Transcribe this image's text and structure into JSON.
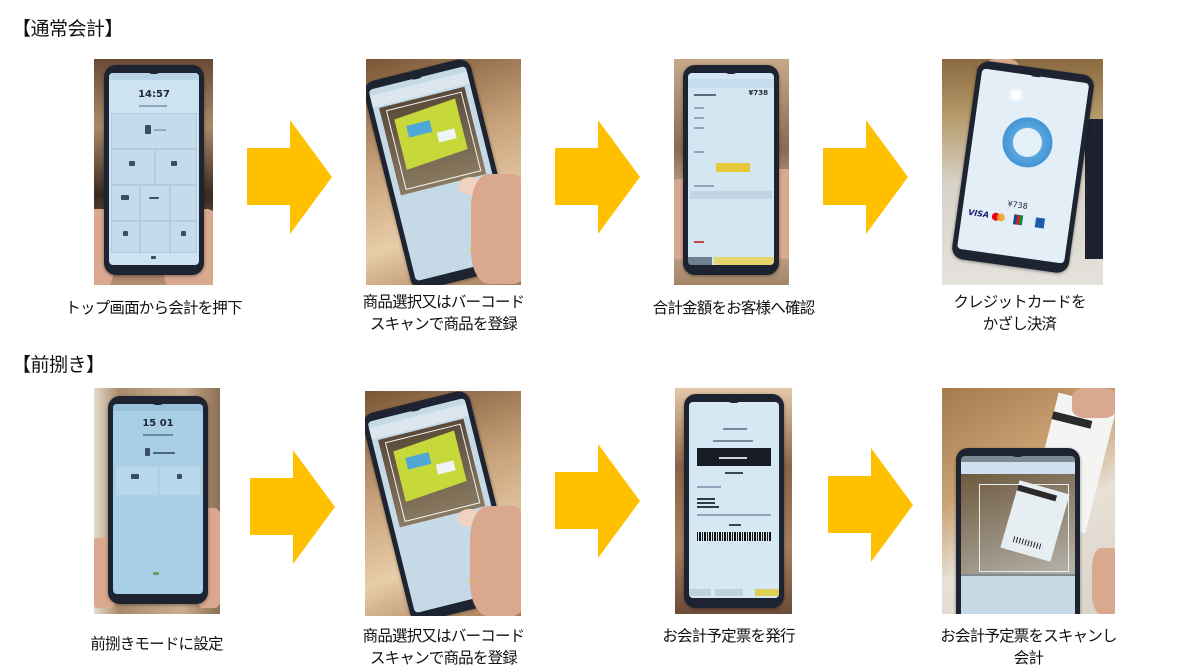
{
  "sections": [
    {
      "title": "【通常会計】",
      "steps": [
        {
          "caption": "トップ画面から会計を押下",
          "image": "phone-home-screen-checkout",
          "screen_time": "14:57"
        },
        {
          "caption": "商品選択又はバーコード\nスキャンで商品を登録",
          "image": "phone-barcode-scan-product"
        },
        {
          "caption": "合計金額をお客様へ確認",
          "image": "phone-total-amount-screen",
          "screen_amount": "¥738"
        },
        {
          "caption": "クレジットカードを\nかざし決済",
          "image": "phone-contactless-card-payment",
          "screen_amount": "¥738",
          "card_brands": [
            "VISA",
            "Mastercard",
            "JCB",
            "Diners"
          ]
        }
      ]
    },
    {
      "title": "【前捌き】",
      "steps": [
        {
          "caption": "前捌きモードに設定",
          "image": "phone-pre-processing-mode-screen",
          "screen_time": "15 01"
        },
        {
          "caption": "商品選択又はバーコード\nスキャンで商品を登録",
          "image": "phone-barcode-scan-product"
        },
        {
          "caption": "お会計予定票を発行",
          "image": "phone-payment-slip-screen"
        },
        {
          "caption": "お会計予定票をスキャンし\n会計",
          "image": "phone-scan-payment-slip"
        }
      ]
    }
  ],
  "colors": {
    "arrow": "#FFC000",
    "text": "#111111",
    "background": "#FFFFFF"
  },
  "icons": {
    "arrow": "right-arrow-icon"
  }
}
